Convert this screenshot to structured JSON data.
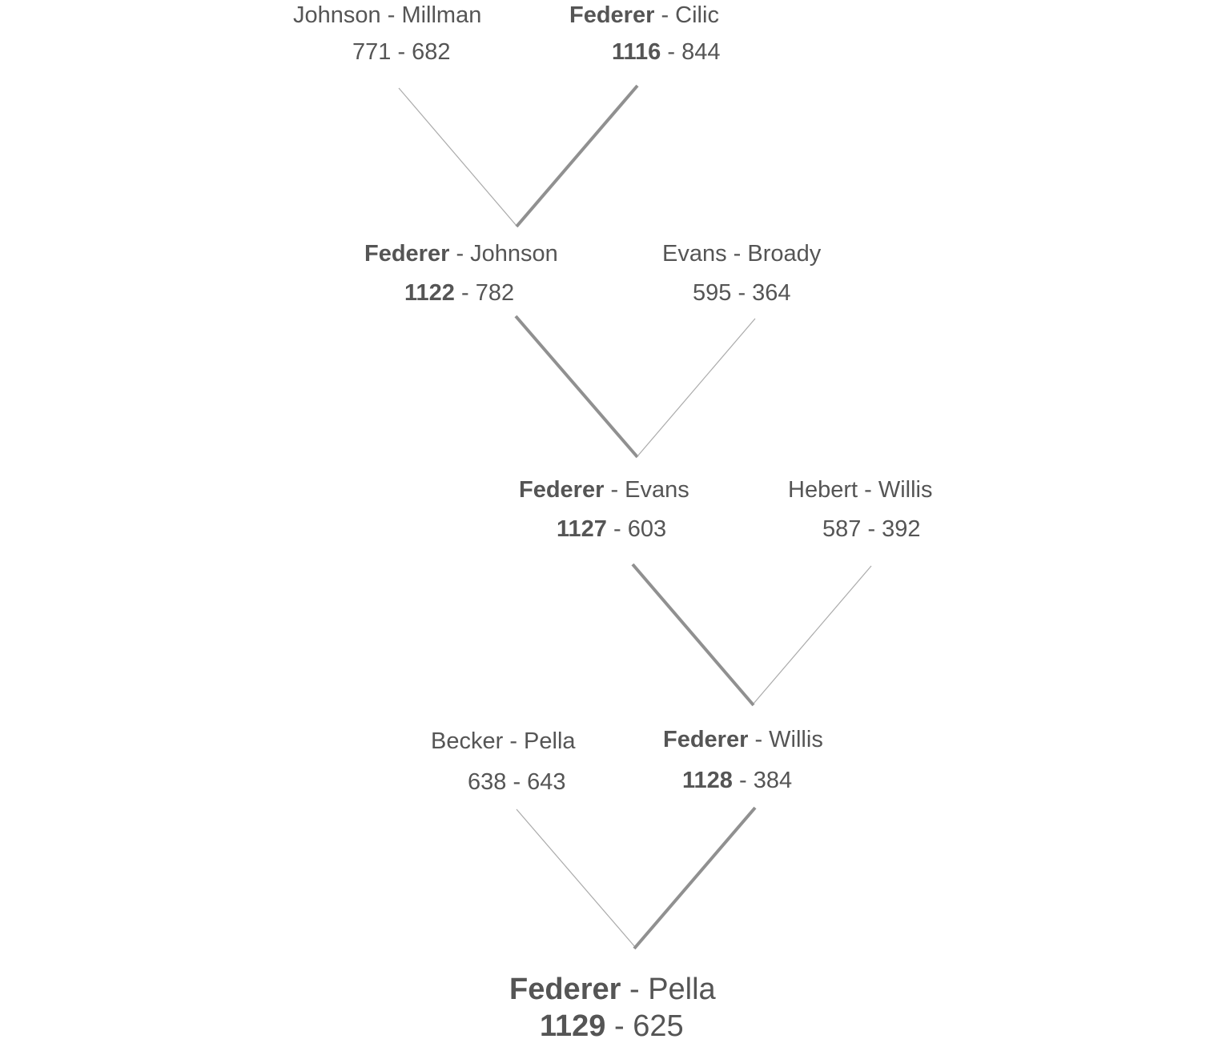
{
  "bracket": {
    "matches": {
      "r1a": {
        "p1": "Johnson",
        "sep": " - ",
        "p2": "Millman",
        "s1": "771",
        "s2": "682",
        "winner": null
      },
      "r1b": {
        "p1": "Federer",
        "sep": " - ",
        "p2": "Cilic",
        "s1": "1116",
        "s2": "844",
        "winner": 1
      },
      "r2a": {
        "p1": "Federer",
        "sep": " - ",
        "p2": "Johnson",
        "s1": "1122",
        "s2": "782",
        "winner": 1
      },
      "r2b": {
        "p1": "Evans",
        "sep": " - ",
        "p2": "Broady",
        "s1": "595",
        "s2": "364",
        "winner": null
      },
      "r3a": {
        "p1": "Federer",
        "sep": " - ",
        "p2": "Evans",
        "s1": "1127",
        "s2": "603",
        "winner": 1
      },
      "r3b": {
        "p1": "Hebert",
        "sep": " - ",
        "p2": "Willis",
        "s1": "587",
        "s2": "392",
        "winner": null
      },
      "r4a": {
        "p1": "Becker",
        "sep": " - ",
        "p2": "Pella",
        "s1": "638",
        "s2": "643",
        "winner": null
      },
      "r4b": {
        "p1": "Federer",
        "sep": " - ",
        "p2": "Willis",
        "s1": "1128",
        "s2": "384",
        "winner": 1
      },
      "final": {
        "p1": "Federer",
        "sep": " - ",
        "p2": "Pella",
        "s1": "1129",
        "s2": "625",
        "winner": 1
      }
    },
    "edges": [
      {
        "from": "r1a",
        "to": "r2a",
        "winning_path": false
      },
      {
        "from": "r1b",
        "to": "r2a",
        "winning_path": true
      },
      {
        "from": "r2a",
        "to": "r3a",
        "winning_path": true
      },
      {
        "from": "r2b",
        "to": "r3a",
        "winning_path": false
      },
      {
        "from": "r3a",
        "to": "r4b",
        "winning_path": true
      },
      {
        "from": "r3b",
        "to": "r4b",
        "winning_path": false
      },
      {
        "from": "r4a",
        "to": "final",
        "winning_path": false
      },
      {
        "from": "r4b",
        "to": "final",
        "winning_path": true
      }
    ],
    "colors": {
      "text": "#555555",
      "winning_edge": "#909090",
      "losing_edge": "#aaaaaa"
    }
  }
}
